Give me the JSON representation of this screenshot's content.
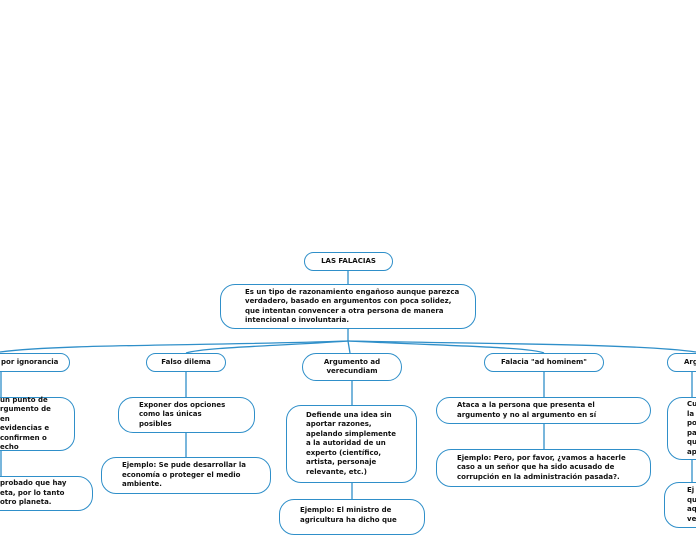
{
  "root": {
    "title": "LAS FALACIAS"
  },
  "definition": "Es un tipo de razonamiento engañoso aunque parezca verdadero, basado en argumentos con poca solidez, que intentan convencer a otra persona de manera intencional o involuntaria.",
  "branches": [
    {
      "title": "por ignorancia",
      "description": "un punto de rgumento de en evidencias e confirmen o echo",
      "example": "probado que hay eta, por lo tanto otro planeta."
    },
    {
      "title": "Falso dilema",
      "description": "Exponer dos opciones como las únicas posibles",
      "example": "Ejemplo: Se pude desarrollar la economía o proteger el medio ambiente."
    },
    {
      "title": "Argumento ad verecundiam",
      "description": "Defiende una idea sin aportar razones, apelando simplemente a la autoridad de un experto (científico, artista, personaje relevante, etc.)",
      "example": "Ejemplo: El ministro de agricultura ha dicho que"
    },
    {
      "title": "Falacia \"ad hominem\"",
      "description": "Ataca a la persona que presenta el argumento y no al argumento en sí",
      "example": "Ejemplo: Pero, por favor, ¿vamos a hacerle caso a un señor que ha sido acusado de corrupción en la administración pasada?."
    },
    {
      "title": "Arg",
      "description": "Cu la po pa qu ap",
      "example": "Ej qu aq ve"
    }
  ],
  "colors": {
    "stroke": "#2f8fc9",
    "background": "#ffffff",
    "text": "#111111"
  }
}
